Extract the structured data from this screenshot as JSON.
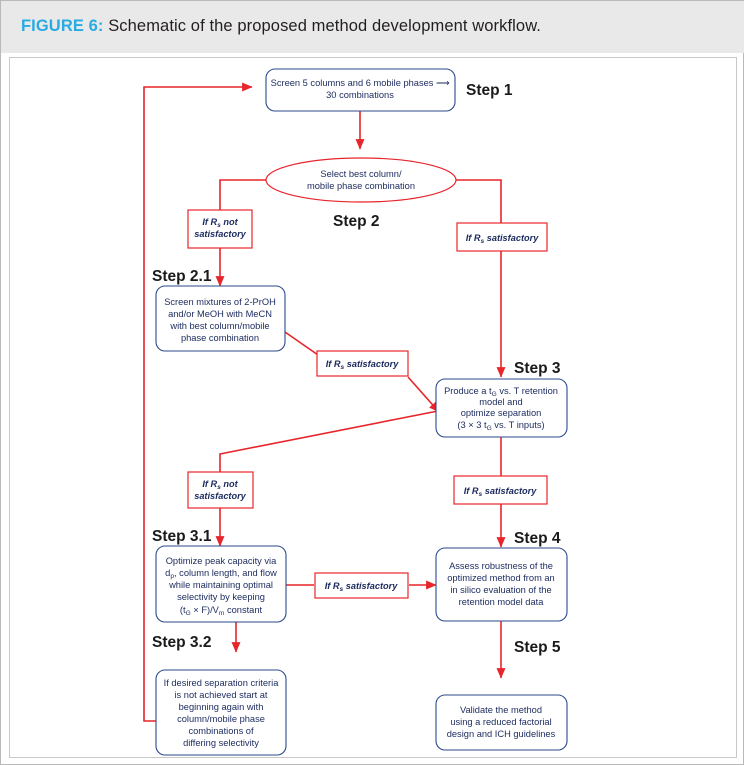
{
  "caption": {
    "figure_number": "FIGURE 6:",
    "title": "Schematic of the proposed method development workflow."
  },
  "colors": {
    "accent": "#29abe2",
    "connector": "#e8252a",
    "box_border": "#2b4a8b",
    "box_text": "#1b2a5e",
    "caption_bar": "#e9e9e9"
  },
  "chart_data": {
    "type": "flowchart",
    "title": "Schematic of the proposed method development workflow.",
    "nodes": [
      {
        "id": "step1",
        "shape": "rounded-rect",
        "step": "Step 1",
        "lines": [
          "Screen 5 columns and 6 mobile phases ⟶",
          "30 combinations"
        ]
      },
      {
        "id": "step2",
        "shape": "ellipse",
        "step": "Step 2",
        "lines": [
          "Select best column/",
          "mobile phase combination"
        ]
      },
      {
        "id": "step2_1",
        "shape": "rounded-rect",
        "step": "Step 2.1",
        "lines": [
          "Screen mixtures of 2-PrOH",
          "and/or MeOH with MeCN",
          "with best column/mobile",
          "phase combination"
        ]
      },
      {
        "id": "step3",
        "shape": "rounded-rect",
        "step": "Step 3",
        "lines": [
          "Produce a t_G vs. T retention",
          "model and",
          "optimize separation",
          "(3 × 3 t_G vs. T inputs)"
        ]
      },
      {
        "id": "step3_1",
        "shape": "rounded-rect",
        "step": "Step 3.1",
        "lines": [
          "Optimize peak capacity via",
          "d_p, column length, and flow",
          "while maintaining optimal",
          "selectivity by keeping",
          "(t_G × F)/V_m constant"
        ]
      },
      {
        "id": "step4",
        "shape": "rounded-rect",
        "step": "Step 4",
        "lines": [
          "Assess robustness of the",
          "optimized method from an",
          "in silico evaluation of the",
          "retention model data"
        ]
      },
      {
        "id": "step3_2",
        "shape": "rounded-rect",
        "step": "Step 3.2",
        "lines": [
          "If desired separation criteria",
          "is not achieved start at",
          "beginning again with",
          "column/mobile phase",
          "combinations of",
          "differing selectivity"
        ]
      },
      {
        "id": "step5",
        "shape": "rounded-rect",
        "step": "Step 5",
        "lines": [
          "Validate the method",
          "using a reduced factorial",
          "design and ICH guidelines"
        ]
      }
    ],
    "edge_labels": [
      {
        "id": "cond_left_1",
        "text": "If R_s not satisfactory",
        "from": "step2",
        "to": "step2_1"
      },
      {
        "id": "cond_right_1",
        "text": "If R_s satisfactory",
        "from": "step2",
        "to": "step3"
      },
      {
        "id": "cond_diag_1",
        "text": "If R_s satisfactory",
        "from": "step2_1",
        "to": "step3"
      },
      {
        "id": "cond_left_2",
        "text": "If R_s not satisfactory",
        "from": "step3",
        "to": "step3_1"
      },
      {
        "id": "cond_right_2",
        "text": "If R_s satisfactory",
        "from": "step3",
        "to": "step4"
      },
      {
        "id": "cond_mid_2",
        "text": "If R_s satisfactory",
        "from": "step3_1",
        "to": "step4"
      }
    ],
    "edges": [
      {
        "from": "step1",
        "to": "step2"
      },
      {
        "from": "step2",
        "to": "step2_1"
      },
      {
        "from": "step2",
        "to": "step3"
      },
      {
        "from": "step2_1",
        "to": "step3"
      },
      {
        "from": "step3",
        "to": "step3_1"
      },
      {
        "from": "step3",
        "to": "step4"
      },
      {
        "from": "step3_1",
        "to": "step4"
      },
      {
        "from": "step3_1",
        "to": "step3_2"
      },
      {
        "from": "step4",
        "to": "step5"
      },
      {
        "from": "step3_2",
        "to": "step1",
        "note": "feedback loop"
      }
    ]
  },
  "nodes": {
    "step1": {
      "step": "Step 1",
      "l1": "Screen 5 columns and 6 mobile phases ⟶",
      "l2": "30 combinations"
    },
    "step2": {
      "step": "Step 2",
      "l1": "Select best column/",
      "l2": "mobile phase combination"
    },
    "step2_1": {
      "step": "Step 2.1",
      "l1": "Screen mixtures of 2-PrOH",
      "l2": "and/or MeOH with MeCN",
      "l3": "with best column/mobile",
      "l4": "phase combination"
    },
    "step3": {
      "step": "Step 3",
      "l1a": "Produce a t",
      "l1b": "G",
      "l1c": " vs. T retention",
      "l2": "model and",
      "l3": "optimize separation",
      "l4a": "(3 × 3 t",
      "l4b": "G",
      "l4c": " vs. T inputs)"
    },
    "step3_1": {
      "step": "Step 3.1",
      "l1": "Optimize peak capacity via",
      "l2a": "d",
      "l2b": "p",
      "l2c": ", column length, and flow",
      "l3": "while maintaining optimal",
      "l4": "selectivity by keeping",
      "l5a": "(t",
      "l5b": "G",
      "l5c": " × F)/V",
      "l5d": "m",
      "l5e": " constant"
    },
    "step4": {
      "step": "Step 4",
      "l1": "Assess robustness of the",
      "l2": "optimized method from an",
      "l3": "in silico evaluation of the",
      "l4": "retention model data"
    },
    "step3_2": {
      "step": "Step 3.2",
      "l1": "If desired separation criteria",
      "l2": "is not achieved start at",
      "l3": "beginning again with",
      "l4": "column/mobile phase",
      "l5": "combinations of",
      "l6": "differing selectivity"
    },
    "step5": {
      "step": "Step 5",
      "l1": "Validate the method",
      "l2": "using a reduced factorial",
      "l3": "design and ICH guidelines"
    }
  },
  "conditions": {
    "c1": {
      "pre": "If R",
      "sub": "s",
      "post": " not",
      "line2": "satisfactory"
    },
    "c2": {
      "pre": "If R",
      "sub": "s",
      "post": " satisfactory"
    },
    "c3": {
      "pre": "If R",
      "sub": "s",
      "post": " satisfactory"
    },
    "c4": {
      "pre": "If R",
      "sub": "s",
      "post": " not",
      "line2": "satisfactory"
    },
    "c5": {
      "pre": "If R",
      "sub": "s",
      "post": " satisfactory"
    },
    "c6": {
      "pre": "If R",
      "sub": "s",
      "post": " satisfactory"
    }
  }
}
